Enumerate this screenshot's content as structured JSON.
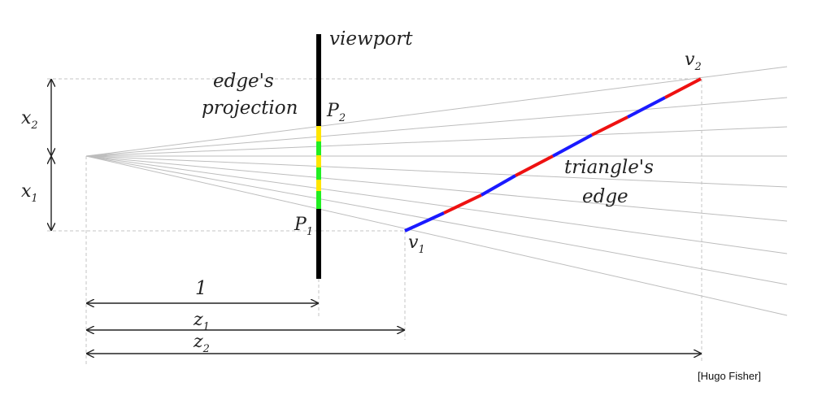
{
  "labels": {
    "viewport": "viewport",
    "projection_line1": "edge's",
    "projection_line2": "projection",
    "triangle_line1": "triangle's",
    "triangle_line2": "edge",
    "p1": "P",
    "p1_sub": "1",
    "p2": "P",
    "p2_sub": "2",
    "v1": "v",
    "v1_sub": "1",
    "v2": "v",
    "v2_sub": "2",
    "x1": "x",
    "x1_sub": "1",
    "x2": "x",
    "x2_sub": "2",
    "one": "1",
    "z1": "z",
    "z1_sub": "1",
    "z2": "z",
    "z2_sub": "2"
  },
  "credit": "[Hugo Fisher]",
  "colors": {
    "viewport_bar": "#000000",
    "projection_segments": [
      "#ffe600",
      "#22ee22",
      "#ffe600",
      "#22ee22",
      "#ffe600",
      "#22ee22"
    ],
    "edge_segments": [
      "#1a1aff",
      "#ee1111"
    ],
    "rays": "#bbbbbb",
    "guides": "#bbbbbb"
  }
}
